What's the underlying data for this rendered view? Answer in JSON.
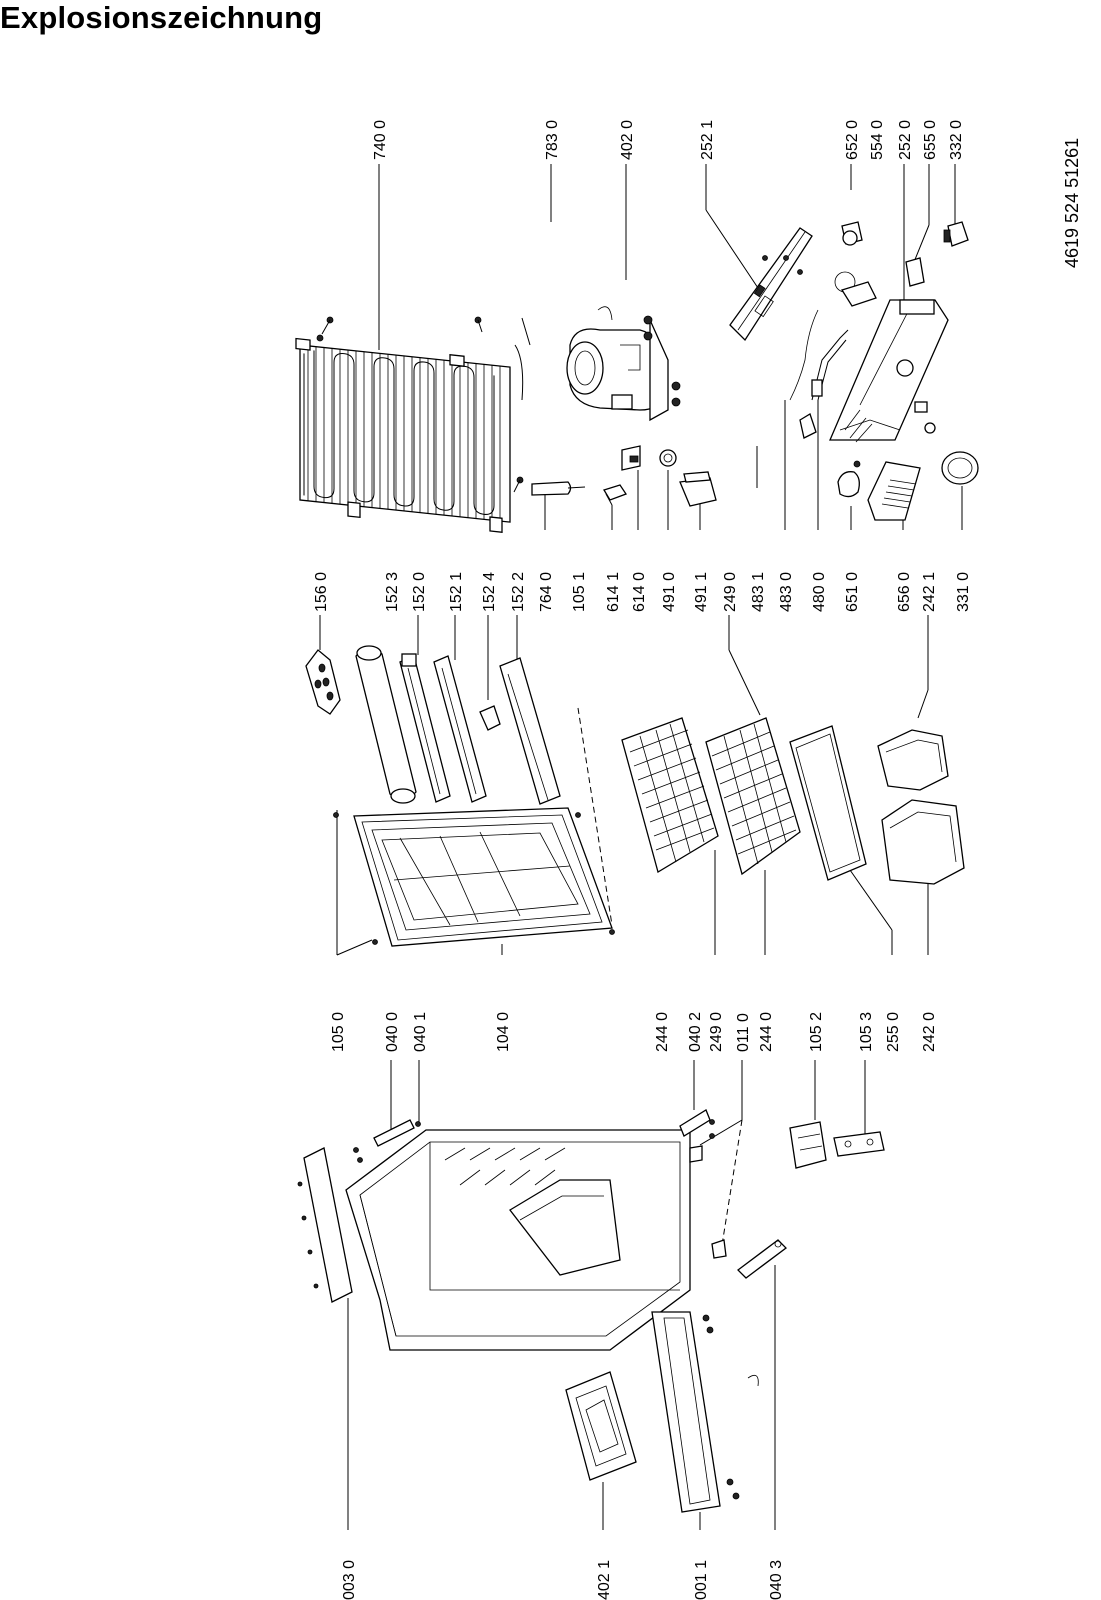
{
  "title": "Explosionszeichnung",
  "document_number": "4619 524 51261",
  "labels": [
    "740 0",
    "783 0",
    "402 0",
    "252 1",
    "652 0",
    "554 0",
    "252 0",
    "655 0",
    "332 0",
    "156 0",
    "152 3",
    "152 0",
    "152 1",
    "152 4",
    "152 2",
    "764 0",
    "105 1",
    "614 1",
    "614 0",
    "491 0",
    "491 1",
    "249 0",
    "483 1",
    "483 0",
    "480 0",
    "651 0",
    "656 0",
    "242 1",
    "331 0",
    "105 0",
    "040 0",
    "040 1",
    "104 0",
    "244 0",
    "040 2",
    "249 0",
    "011 0",
    "244 0",
    "105 2",
    "105 3",
    "255 0",
    "242 0",
    "003 0",
    "402 1",
    "001 1",
    "040 3"
  ]
}
